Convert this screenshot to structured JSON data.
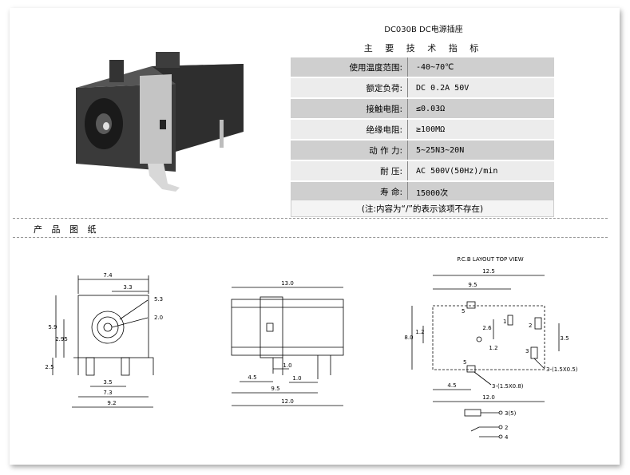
{
  "spec": {
    "title": "DC030B DC电源插座",
    "subtitle": "主 要 技 术 指 标",
    "rows": [
      {
        "key": "使用温度范围:",
        "value": "-40~70℃"
      },
      {
        "key": "额定负荷:",
        "value": "DC 0.2A 50V"
      },
      {
        "key": "接触电阻:",
        "value": "≤0.03Ω"
      },
      {
        "key": "绝缘电阻:",
        "value": "≥100MΩ"
      },
      {
        "key": "动 作 力:",
        "value": "5~25N3~20N"
      },
      {
        "key": "耐    压:",
        "value": "AC 500V(50Hz)/min"
      },
      {
        "key": "寿    命:",
        "value": "15000次"
      }
    ],
    "note": "(注:内容为“/”的表示该项不存在)"
  },
  "section_title": "产 品 图 纸",
  "front_view": {
    "dims": [
      "7.4",
      "3.3",
      "5.3",
      "2.0",
      "5.9",
      "2.95",
      "2.5",
      "3.5",
      "7.3",
      "9.2"
    ]
  },
  "side_view": {
    "dims": [
      "13.0",
      "4.5",
      "1.0",
      "1.0",
      "9.5",
      "12.0"
    ]
  },
  "pcb_view": {
    "title": "P.C.B LAYOUT   TOP VIEW",
    "dims": [
      "12.5",
      "9.5",
      "2.6",
      "8.0",
      "1.2",
      "1.2",
      "3.5",
      "4.5",
      "12.0"
    ],
    "pins": [
      "5",
      "1",
      "2",
      "3",
      "5"
    ],
    "notes": [
      "3-(1.5X0.5)",
      "3-(1.5X0.8)"
    ],
    "schematic": [
      "3(5)",
      "2",
      "4"
    ]
  }
}
